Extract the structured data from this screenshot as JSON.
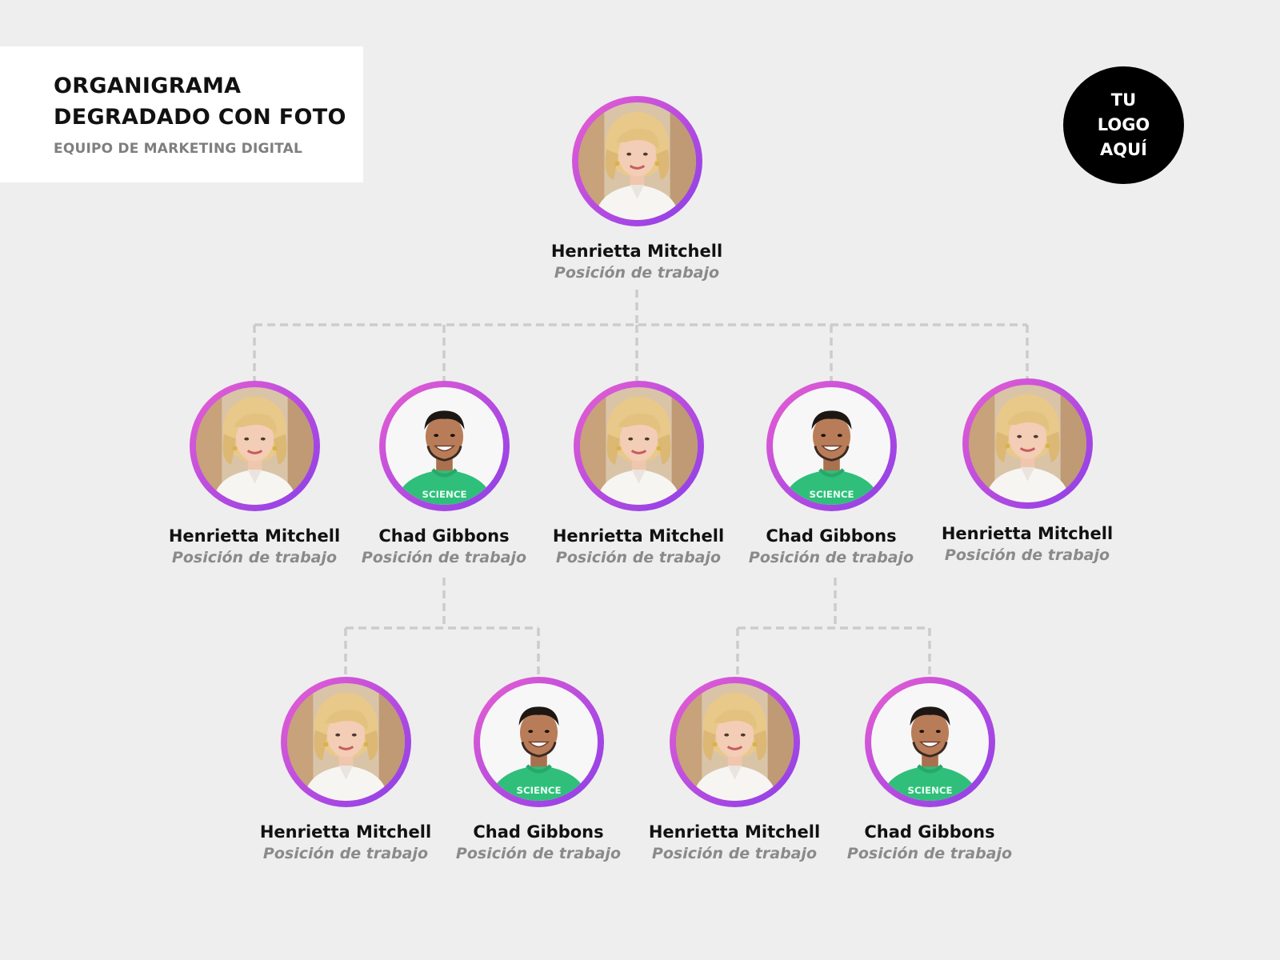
{
  "header": {
    "title": "ORGANIGRAMA\nDEGRADADO CON FOTO",
    "subtitle": "EQUIPO DE MARKETING DIGITAL"
  },
  "logo": {
    "text": "TU\nLOGO\nAQUÍ"
  },
  "colors": {
    "background": "#eeeeee",
    "gradient_start": "#ea5fd0",
    "gradient_end": "#8b3fe8",
    "connector": "#cccccc",
    "logo_bg": "#000000"
  },
  "nodes": [
    {
      "name": "Henrietta Mitchell",
      "role": "Posición de trabajo",
      "photo": "woman-photo"
    },
    {
      "name": "Henrietta Mitchell",
      "role": "Posición de trabajo",
      "photo": "woman-photo"
    },
    {
      "name": "Chad Gibbons",
      "role": "Posición de trabajo",
      "photo": "man-photo"
    },
    {
      "name": "Henrietta Mitchell",
      "role": "Posición de trabajo",
      "photo": "woman-photo"
    },
    {
      "name": "Chad Gibbons",
      "role": "Posición de trabajo",
      "photo": "man-photo"
    },
    {
      "name": "Henrietta Mitchell",
      "role": "Posición de trabajo",
      "photo": "woman-photo"
    },
    {
      "name": "Henrietta Mitchell",
      "role": "Posición de trabajo",
      "photo": "woman-photo"
    },
    {
      "name": "Chad Gibbons",
      "role": "Posición de trabajo",
      "photo": "man-photo"
    },
    {
      "name": "Henrietta Mitchell",
      "role": "Posición de trabajo",
      "photo": "woman-photo"
    },
    {
      "name": "Chad Gibbons",
      "role": "Posición de trabajo",
      "photo": "man-photo"
    }
  ]
}
